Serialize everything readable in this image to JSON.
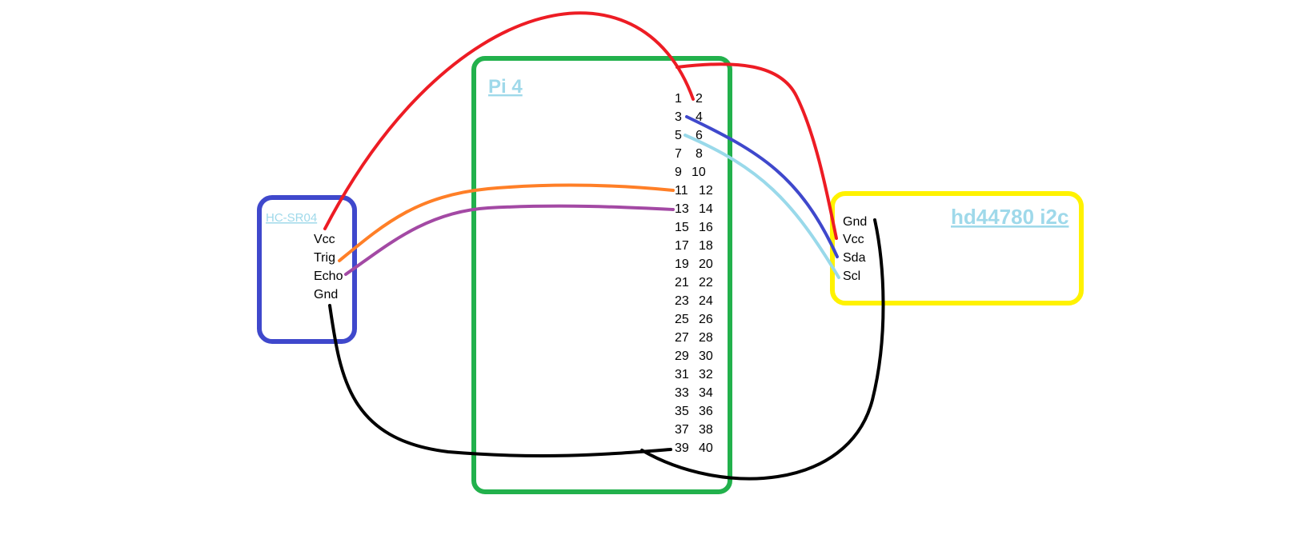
{
  "pi": {
    "title": "Pi 4",
    "border_color": "#22b14c",
    "pins_left": [
      "1",
      "3",
      "5",
      "7",
      "9",
      "11",
      "13",
      "15",
      "17",
      "19",
      "21",
      "23",
      "25",
      "27",
      "29",
      "31",
      "33",
      "35",
      "37",
      "39"
    ],
    "pins_right": [
      "2",
      "4",
      "6",
      "8",
      "10",
      "12",
      "14",
      "16",
      "18",
      "20",
      "22",
      "24",
      "26",
      "28",
      "30",
      "32",
      "34",
      "36",
      "38",
      "40"
    ]
  },
  "sensor": {
    "title": "HC-SR04",
    "border_color": "#3f48cc",
    "pins": [
      "Vcc",
      "Trig",
      "Echo",
      "Gnd"
    ]
  },
  "lcd": {
    "title": "hd44780 i2c",
    "border_color": "#fff200",
    "pins": [
      "Gnd",
      "Vcc",
      "Sda",
      "Scl"
    ]
  },
  "wire_colors": {
    "power": "#ed1c24",
    "trig": "#ff7f27",
    "echo": "#a349a4",
    "sda": "#3f48cc",
    "scl": "#99d9ea",
    "ground": "#000000"
  }
}
